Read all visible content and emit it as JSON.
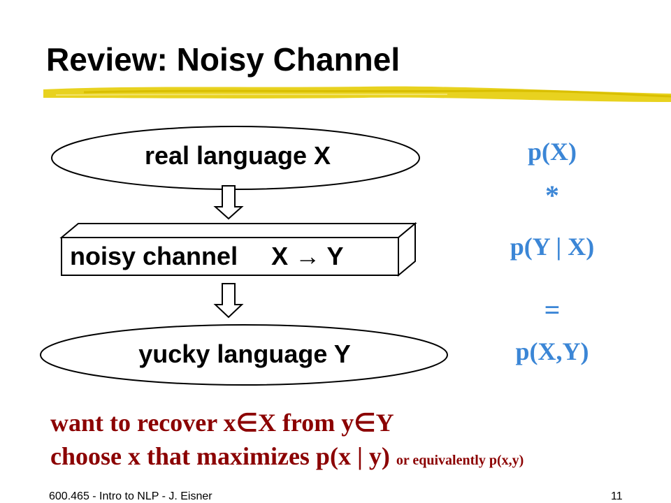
{
  "slide": {
    "title": "Review: Noisy Channel",
    "diagram": {
      "top_oval_label": "real language   X",
      "channel_box_label": "noisy channel",
      "channel_box_mapping": "X → Y",
      "bottom_oval_label": "yucky language   Y"
    },
    "formula": {
      "line1": "p(X)",
      "line2": "*",
      "line3": "p(Y | X)",
      "line4": "=",
      "line5": "p(X,Y)"
    },
    "bottom": {
      "line1": "want to recover x∈X from y∈Y",
      "line2_main": "choose x that maximizes p(x | y)",
      "line2_note": "or equivalently p(x,y)"
    },
    "footer": {
      "left": "600.465 - Intro to NLP - J. Eisner",
      "page": "11"
    }
  },
  "colors": {
    "formula": "#3b86d6",
    "bottom_text": "#8b0000",
    "underline": "#e8d21f"
  }
}
